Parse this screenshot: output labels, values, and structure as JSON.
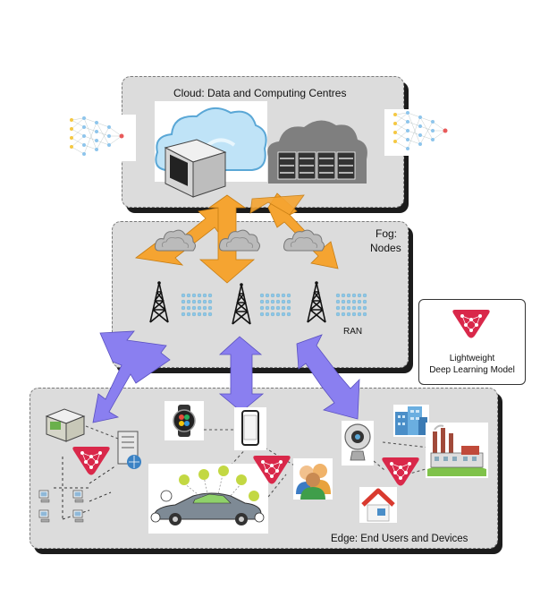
{
  "layers": {
    "cloud": {
      "title": "Cloud: Data and Computing Centres"
    },
    "fog": {
      "title_line1": "Fog:",
      "title_line2": "Nodes",
      "ran_label": "RAN"
    },
    "edge": {
      "title": "Edge: End Users and Devices"
    }
  },
  "legend": {
    "line1": "Lightweight",
    "line2": "Deep Learning Model"
  },
  "colors": {
    "cloud_fog_arrows": "#f5a431",
    "fog_edge_arrows": "#8a7ff0",
    "model_icon": "#d9284a",
    "layer_bg": "#dcdcdc"
  },
  "icons": [
    "neural-network-icon",
    "server-icon",
    "cloud-icon",
    "server-rack-icon",
    "fog-cloud-icon",
    "radio-tower-icon",
    "smartwatch-icon",
    "smartphone-icon",
    "vehicle-icon",
    "camera-icon",
    "building-icon",
    "factory-icon",
    "house-icon",
    "people-icon",
    "computer-network-icon",
    "printer-icon",
    "lightweight-model-icon"
  ]
}
